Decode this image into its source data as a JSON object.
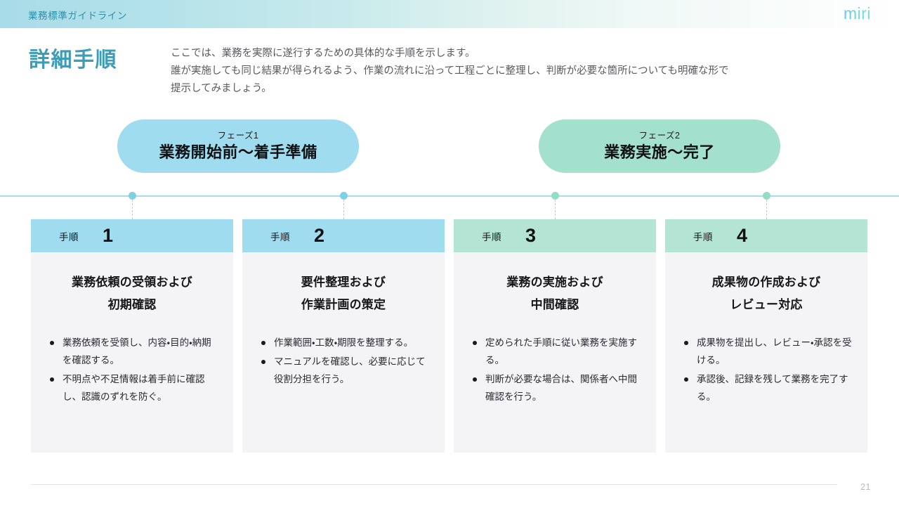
{
  "header": {
    "title": "業務標準ガイドライン",
    "logo": "miri",
    "accent_blue": "#9fdcef",
    "accent_green": "#a3e0cd",
    "title_color": "#3d9cb8"
  },
  "page_title": "詳細手順",
  "description": {
    "lines": [
      "ここでは、業務を実際に遂行するための具体的な手順を示します。",
      "誰が実施しても同じ結果が得られるよう、作業の流れに沿って工程ごとに整理し、判断が必要な箇所についても明確な形で",
      "提示してみましょう。"
    ]
  },
  "phases": [
    {
      "kicker": "フェーズ1",
      "name": "業務開始前〜着手準備",
      "color": "#9fdcef"
    },
    {
      "kicker": "フェーズ2",
      "name": "業務実施〜完了",
      "color": "#a3e0cd"
    }
  ],
  "steps": [
    {
      "label": "手順",
      "number": "1",
      "title_lines": [
        "業務依頼の受領および",
        "初期確認"
      ],
      "bullets": [
        "業務依頼を受領し、内容・目的・納期を確認する。",
        "不明点や不足情報は着手前に確認し、認識のずれを防ぐ。"
      ],
      "header_color": "#9fdcef",
      "dot_color": "#7fcfe6"
    },
    {
      "label": "手順",
      "number": "2",
      "title_lines": [
        "要件整理および",
        "作業計画の策定"
      ],
      "bullets": [
        "作業範囲・工数・期限を整理する。",
        "マニュアルを確認し、必要に応じて役割分担を行う。"
      ],
      "header_color": "#9fdcef",
      "dot_color": "#7fcfe6"
    },
    {
      "label": "手順",
      "number": "3",
      "title_lines": [
        "業務の実施および",
        "中間確認"
      ],
      "bullets": [
        "定められた手順に従い業務を実施する。",
        "判断が必要な場合は、関係者へ中間確認を行う。"
      ],
      "header_color": "#b4e4d4",
      "dot_color": "#93ddc6"
    },
    {
      "label": "手順",
      "number": "4",
      "title_lines": [
        "成果物の作成および",
        "レビュー対応"
      ],
      "bullets": [
        "成果物を提出し、レビュー・承認を受ける。",
        "承認後、記録を残して業務を完了する。"
      ],
      "header_color": "#b4e4d4",
      "dot_color": "#93ddc6"
    }
  ],
  "footer": {
    "page_number": "21"
  }
}
